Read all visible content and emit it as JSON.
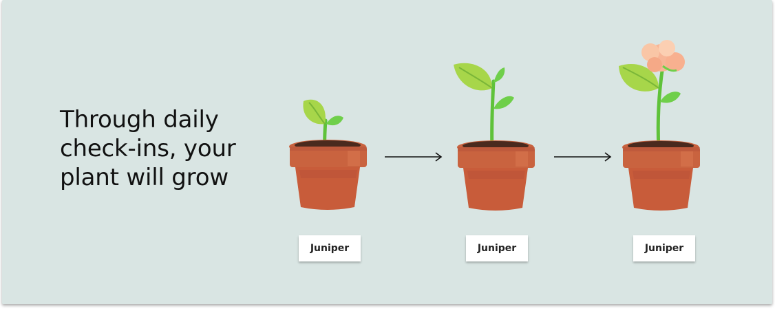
{
  "headline": {
    "lines": [
      "Through daily",
      "check-ins, your",
      "plant will grow"
    ]
  },
  "stages": [
    {
      "label": "Juniper"
    },
    {
      "label": "Juniper"
    },
    {
      "label": "Juniper"
    }
  ],
  "colors": {
    "background": "#d9e5e3",
    "pot": "#c9633f",
    "leaf": "#7fd14a",
    "flower": "#f8b89a"
  }
}
